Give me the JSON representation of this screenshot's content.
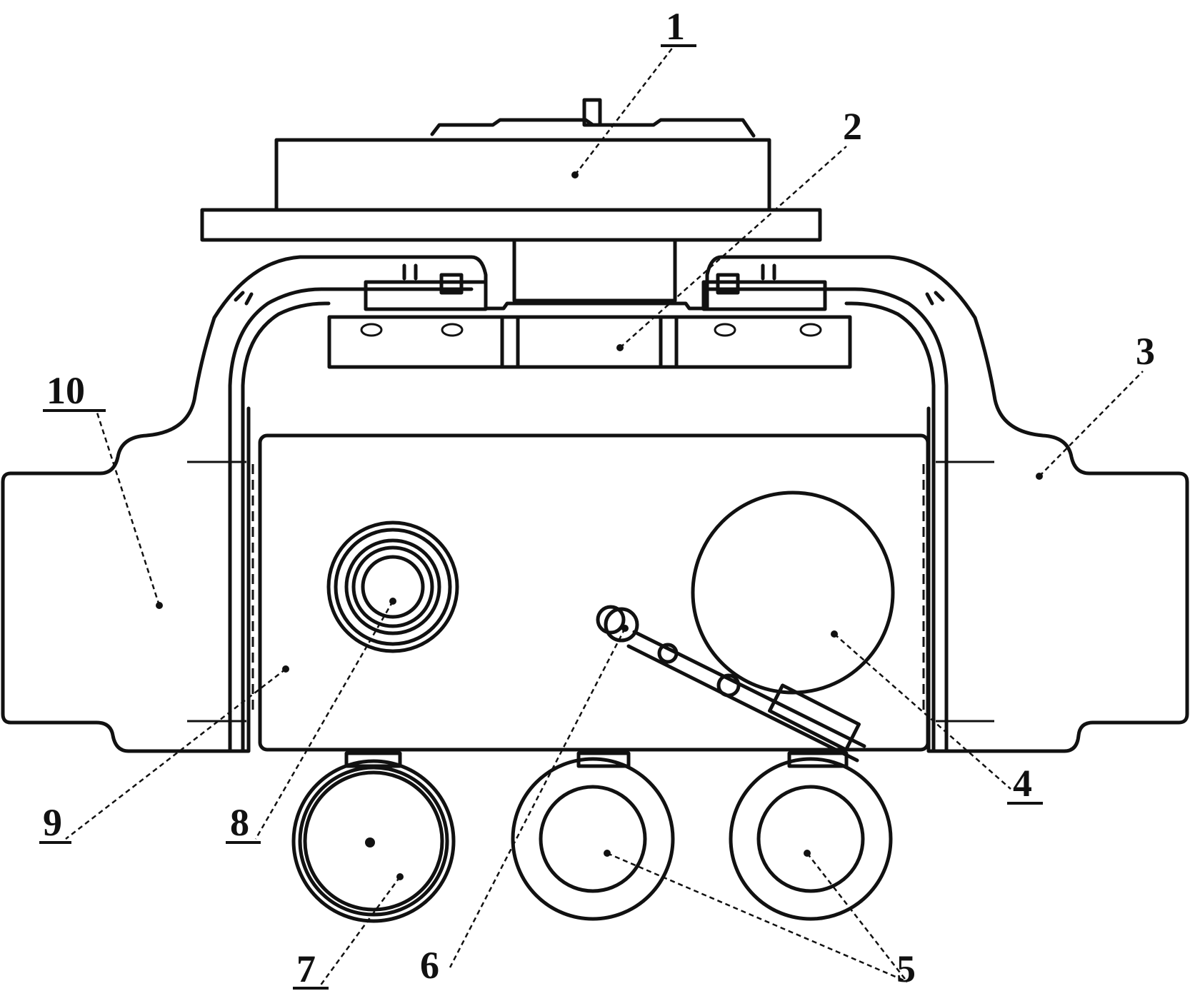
{
  "figure": {
    "labels": {
      "part_1": "1",
      "part_2": "2",
      "part_3": "3",
      "part_4": "4",
      "part_5": "5",
      "part_6": "6",
      "part_7": "7",
      "part_8": "8",
      "part_9": "9",
      "part_10": "10"
    },
    "colors": {
      "ink": "#111111",
      "background": "#ffffff"
    }
  }
}
